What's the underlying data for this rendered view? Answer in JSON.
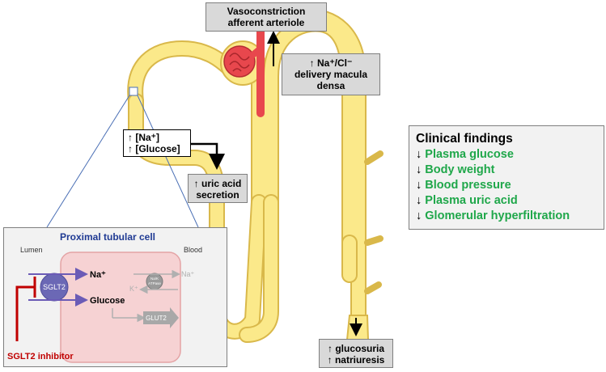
{
  "labels": {
    "vasoconstriction": [
      "Vasoconstriction",
      "afferent arteriole"
    ],
    "macula_densa": [
      "↑ Na⁺/Cl⁻",
      "delivery macula",
      "densa"
    ],
    "na_glucose": [
      "↑ [Na⁺]",
      "↑ [Glucose]"
    ],
    "uric_acid": [
      "↑ uric acid",
      "secretion"
    ],
    "glucosuria": [
      "↑ glucosuria",
      "↑ natriuresis"
    ]
  },
  "clinical_findings": {
    "title": "Clinical findings",
    "arrow": "↓",
    "items": [
      "Plasma glucose",
      "Body weight",
      "Blood pressure",
      "Plasma uric acid",
      "Glomerular hyperfiltration"
    ]
  },
  "inset": {
    "title": "Proximal tubular cell",
    "lumen": "Lumen",
    "blood": "Blood",
    "transporter": "SGLT2",
    "pump": [
      "Na/K",
      "ATPase"
    ],
    "na_label": "Na⁺",
    "glucose_label": "Glucose",
    "na_out": "Na⁺",
    "k_in": "K⁺",
    "glut": "GLUT2",
    "inhibitor": "SGLT2 inhibitor"
  },
  "colors": {
    "tubule_fill": "#fbe98a",
    "tubule_stroke": "#d9b84a",
    "vessel": "#e8474d",
    "green_text": "#1fa74a",
    "inhibitor": "#c00000",
    "inset_title": "#1f3a93"
  }
}
